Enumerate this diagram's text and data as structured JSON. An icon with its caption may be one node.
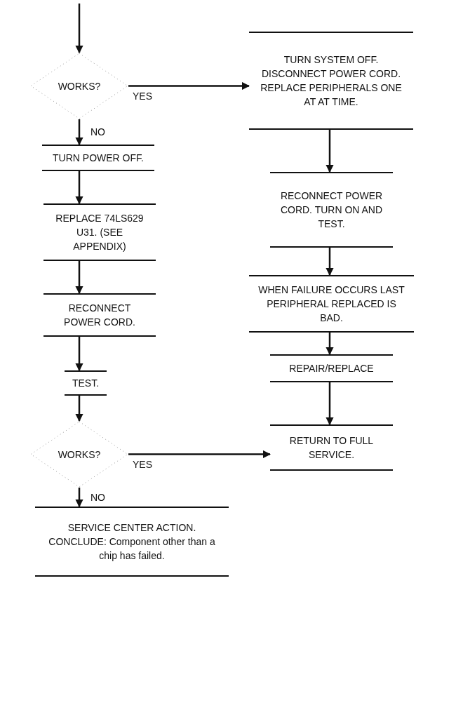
{
  "diagram": {
    "nodes": [
      {
        "text": [
          "WORKS?"
        ]
      },
      {
        "text": [
          "TURN POWER OFF."
        ]
      },
      {
        "text": [
          "REPLACE 74LS629 U31. (SEE APPENDIX)"
        ]
      },
      {
        "text": [
          "RECONNECT POWER CORD."
        ]
      },
      {
        "text": [
          "TEST."
        ]
      },
      {
        "text": [
          "WORKS?"
        ]
      },
      {
        "text": [
          "SERVICE CENTER ACTION. CONCLUDE: Component other than a chip has failed."
        ]
      },
      {
        "text": [
          "TURN SYSTEM OFF. DISCONNECT POWER CORD. REPLACE PERIPHERALS ONE AT AT TIME."
        ]
      },
      {
        "text": [
          "RECONNECT POWER CORD. TURN ON AND TEST."
        ]
      },
      {
        "text": [
          "WHEN FAILURE OCCURS LAST PERIPHERAL REPLACED IS BAD."
        ]
      },
      {
        "text": [
          "REPAIR/REPLACE"
        ]
      },
      {
        "text": [
          "RETURN TO FULL SERVICE."
        ]
      }
    ],
    "edges": [
      {
        "from": null,
        "to": 0,
        "arrow": "to"
      },
      {
        "from": 0,
        "to": 1,
        "arrow": "to",
        "label": "NO"
      },
      {
        "from": 1,
        "to": 2,
        "arrow": "to"
      },
      {
        "from": 2,
        "to": 3,
        "arrow": "to"
      },
      {
        "from": 3,
        "to": 4,
        "arrow": "to"
      },
      {
        "from": 4,
        "to": 5,
        "arrow": "to"
      },
      {
        "from": 5,
        "to": 6,
        "arrow": "to",
        "label": "NO"
      },
      {
        "from": 0,
        "to": 7,
        "arrow": "to",
        "label": "YES"
      },
      {
        "from": 7,
        "to": 8,
        "arrow": "to"
      },
      {
        "from": 8,
        "to": 9,
        "arrow": "to"
      },
      {
        "from": 9,
        "to": 10,
        "arrow": "to"
      },
      {
        "from": 10,
        "to": 11,
        "arrow": "to"
      },
      {
        "from": 5,
        "to": 11,
        "arrow": "to",
        "label": "YES"
      }
    ]
  }
}
